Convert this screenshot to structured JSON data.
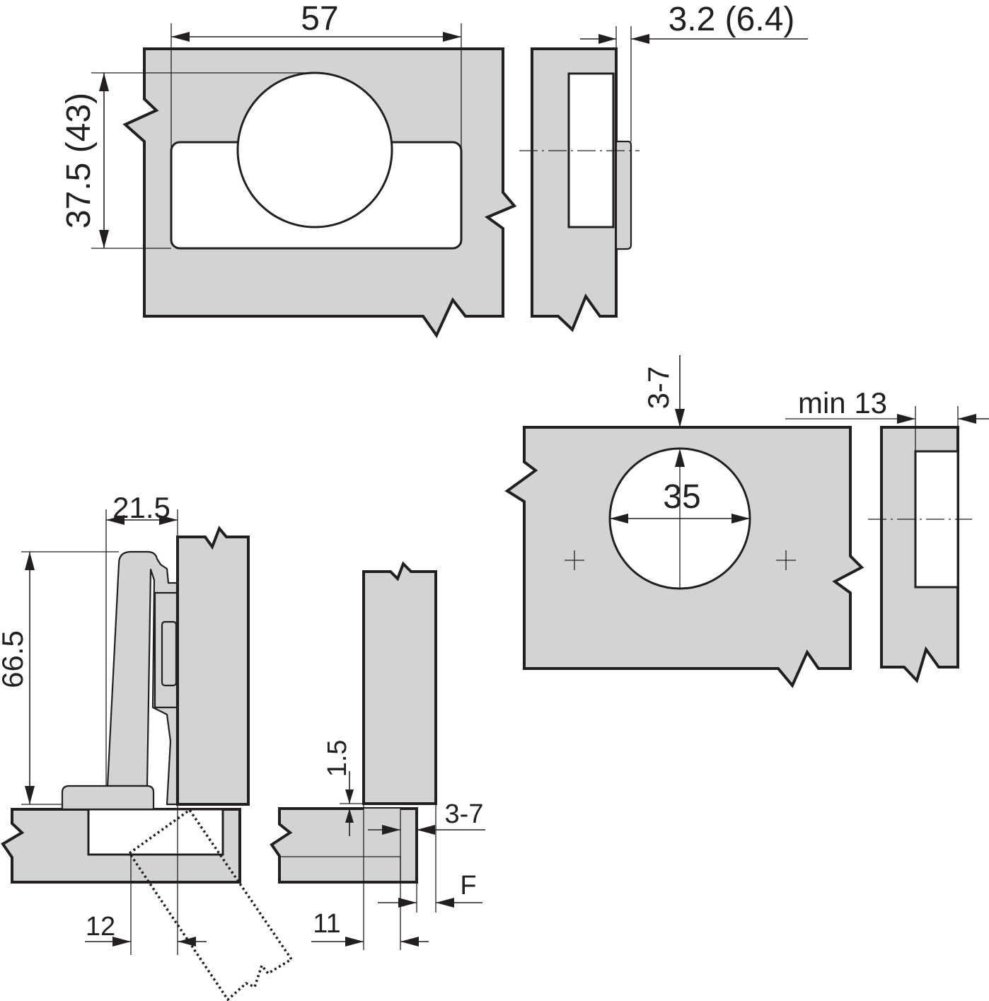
{
  "dimensions": {
    "hole_spacing": "57",
    "plate_height": "37.5 (43)",
    "plate_offset": "3.2 (6.4)",
    "edge_distance": "3-7",
    "cup_diameter": "35",
    "min_thickness": "min 13",
    "arm_width": "21.5",
    "hinge_height": "66.5",
    "gap": "1.5",
    "edge_distance_side": "3-7",
    "overlay": "F",
    "offset_12": "12",
    "offset_11": "11"
  },
  "colors": {
    "material_fill": "#d1d3d4",
    "line": "#231f20",
    "background": "#ffffff"
  }
}
